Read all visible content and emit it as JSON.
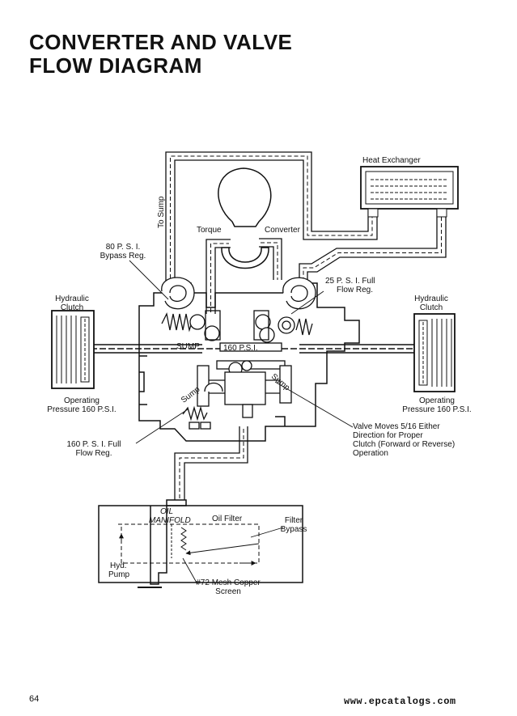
{
  "title": {
    "line1": "CONVERTER AND VALVE",
    "line2": "FLOW DIAGRAM"
  },
  "labels": {
    "to_sump": "To Sump",
    "heat_exchanger": "Heat Exchanger",
    "torque": "Torque",
    "converter": "Converter",
    "bypass_reg_1": "80 P. S. I.",
    "bypass_reg_2": "Bypass Reg.",
    "full_flow_reg_25_1": "25 P. S. I. Full",
    "full_flow_reg_25_2": "Flow Reg.",
    "hyd_clutch_left_1": "Hydraulic",
    "hyd_clutch_left_2": "Clutch",
    "hyd_clutch_right_1": "Hydraulic",
    "hyd_clutch_right_2": "Clutch",
    "sump_top": "SUMP",
    "psi_160_center": "160 P.S.I.",
    "sump_left": "Sump",
    "sump_right": "Sump",
    "op_pressure_left_1": "Operating",
    "op_pressure_left_2": "Pressure 160 P.S.I.",
    "op_pressure_right_1": "Operating",
    "op_pressure_right_2": "Pressure 160 P.S.I.",
    "full_flow_reg_160_1": "160 P. S. I. Full",
    "full_flow_reg_160_2": "Flow Reg.",
    "valve_moves_1": "Valve Moves 5/16 Either",
    "valve_moves_2": "Direction for Proper",
    "valve_moves_3": "Clutch  (Forward or Reverse)",
    "valve_moves_4": "Operation",
    "oil_manifold_1": "OIL",
    "oil_manifold_2": "MANIFOLD",
    "oil_filter": "Oil Filter",
    "filter_bypass_1": "Filter",
    "filter_bypass_2": "Bypass",
    "hyd_pump_1": "Hyd.",
    "hyd_pump_2": "Pump",
    "mesh_screen_1": "#72 Mesh Copper",
    "mesh_screen_2": "Screen"
  },
  "page_number": "64",
  "watermark": "www.epcatalogs.com"
}
